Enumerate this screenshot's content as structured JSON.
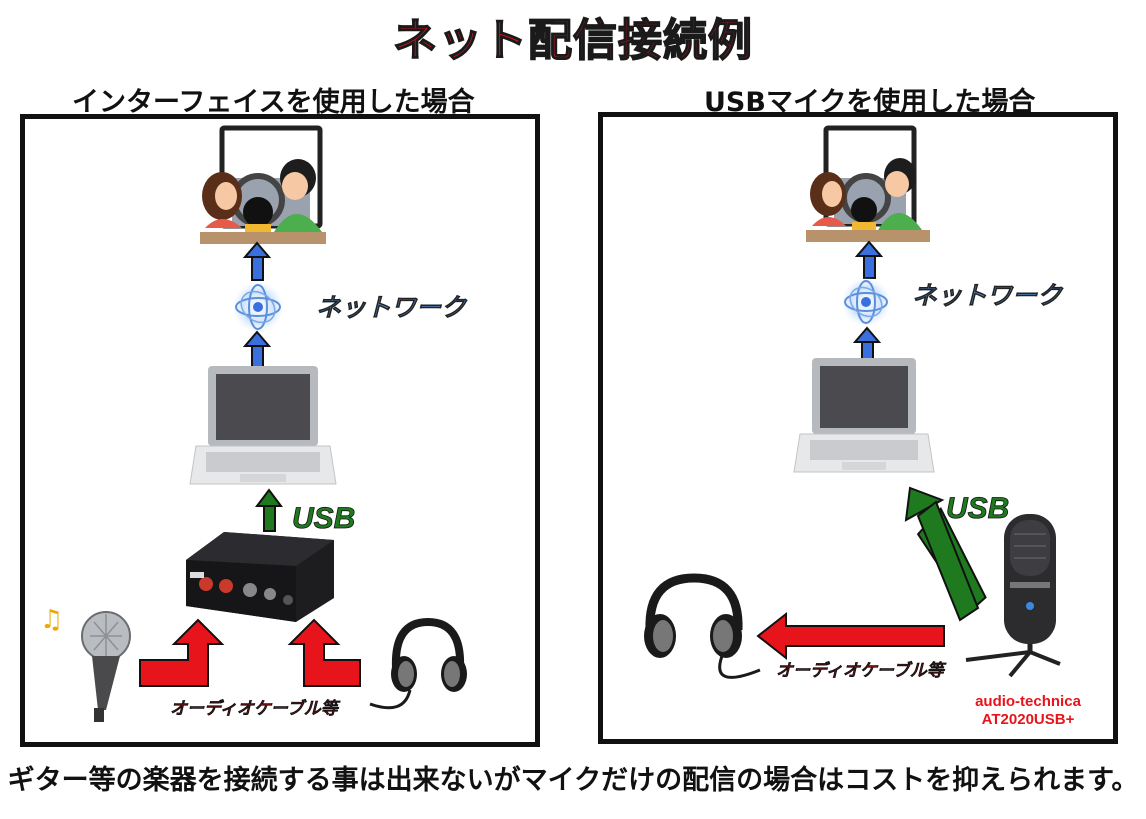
{
  "title": "ネット配信接続例",
  "left_panel": {
    "heading": "インターフェイスを使用した場合",
    "network_label": "ネットワーク",
    "usb_label": "USB",
    "cable_label": "オーディオケーブル等"
  },
  "right_panel": {
    "heading": "USBマイクを使用した場合",
    "network_label": "ネットワーク",
    "usb_label": "USB",
    "cable_label": "オーディオケーブル等",
    "mic_brand": "audio-technica",
    "mic_model": "AT2020USB+"
  },
  "footer": "ギター等の楽器を接続する事は出来ないがマイクだけの配信の場合はコストを抑えられます。",
  "colors": {
    "title_red": "#e8141b",
    "network_blue": "#4a82c8",
    "usb_green": "#1f7a1f",
    "cable_red": "#e8141b",
    "arrow_blue": "#3a6fe0"
  }
}
